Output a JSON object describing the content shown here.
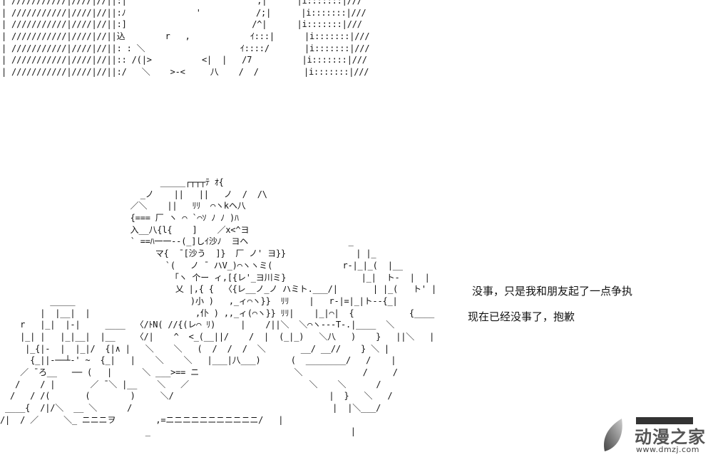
{
  "art_top": [
    "| ///////////|////|//||:|                          ,|      |i:::::::|///",
    "| ///////////|////|//||:ﾉ              '           /;|      |i:::::::|///",
    "| ///////////|////|//||:]                         /^|      |i:::::::|///",
    "| ///////////|////|//||込        r   ,            ｲ:::|      |i:::::::|///",
    "| ///////////|////|//||: : ＼                   ｲ::::/       |i:::::::|///",
    "| ///////////|////|//||:: /(|>          <|  |   /7          |i:::::::|///",
    "| ///////////|////|//||:/   ＼    >-<     八    /  /         |i:::::::|///"
  ],
  "art_bottom": [
    "                                _____┌┬┬┬ﾃ ｵ{",
    "                            _ノ    ||   ||   ノ  /  /\\",
    "                          ／＼    ||   ﾘﾘ  ⌒ヽkヘ八",
    "                          {=== 厂 ヽ ⌒ `⌒ｿ ﾉ ﾉ )ﾊ",
    "                          入__八{l{    ]    ／x<^ヨ",
    "                          ` ==ﾊ一一--(_]しｲ沙ﾉ  ヨヘ                    _",
    "                               マ{  ̄ [沙う  ]}  厂 ノ' ヨ}}              | |_",
    "                                 `(   ノ ̄  ハV_)⌒ヽヽミ(              r-|_|_(  |__",
    "                                  「ヽ 个ー ィ,[{レ'_ヨ川ミ}               |_|  ト-  |  |",
    "                                   乂 |,{ {  〈{レ__ノ_ノ ハミト.___/|       | |_(   ト' |",
    "          _____                       )小 )   ,_ィ⌒ヽ}}  ﾘﾘ    |   r-|=|_|ト--{_|",
    "        |  |__|  |                     ,仆 ) ,,_ィ(⌒ヽ}} ﾘﾘ|    |_|⌒|  {           {____",
    "    r   |_|  |-|     ____  〈/ﾄN( //{(レ⌒ ﾘ)     |    /||＼  ＼⌒ヽ---T-.|____  ＼",
    "    |_| |   |_|__|  |__    〈/|    ^  <_(__||/    /  |  (_|_)   ＼八   )    }   ||＼   |",
    "     |_{|-  |  |_|/  {|∧ |   ＼    ＼   (  /  /  /  ＼       __/ __//    } ＼ |",
    "      {_||-──┴-' ~  {_|   |    ＼    ＼   |___|八___)      (  ________/   /    |",
    "    ／ ̄ ろ__   ── (   |      ＼ ___>== ニ                   ＼            /     /",
    "   /    / |       ／ ̄ ＼ |__    ＼   ／                        ＼    ＼      /",
    "  /   / /(       (        )     ＼/                               |  }   ＼   /",
    " ____{  /|/＼  __ ＼      /                                        |  |＼___/",
    "/|  / ／     ＼_ ニニニヲ        ,=ニニニニニニニニニニニ/   |",
    "                             _                                        |"
  ],
  "captions": {
    "line1": "没事，只是我和朋友起了一点争执",
    "line2": "现在已经没事了，抱歉"
  },
  "watermark": {
    "name": "动漫之家",
    "url": "www.dmzj.com"
  }
}
